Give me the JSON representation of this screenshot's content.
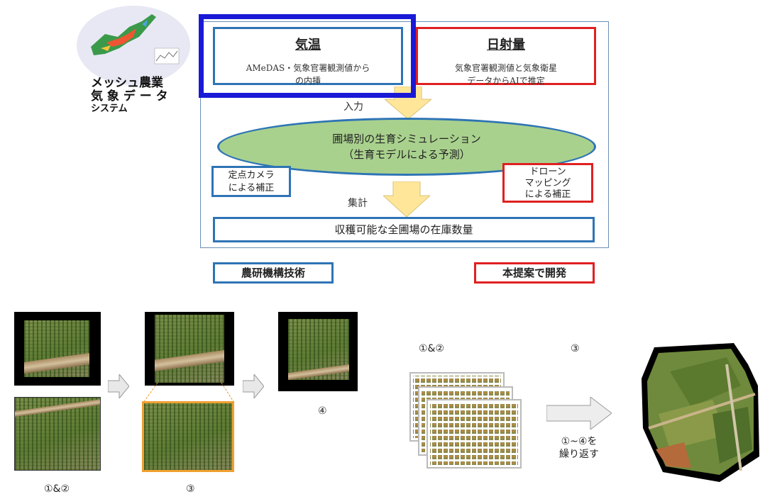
{
  "logo": {
    "line1": "メッシュ農業",
    "line2": "気 象 デ ー タ",
    "line3": "システム"
  },
  "top_left_box": {
    "title": "気温",
    "desc1": "AMeDAS・気象官署観測値から",
    "desc2": "の内挿"
  },
  "top_right_box": {
    "title": "日射量",
    "desc1": "気象官署観測値と気象衛星",
    "desc2": "データからAIで推定"
  },
  "input_label": "入力",
  "ellipse": {
    "line1": "圃場別の生育シミュレーション",
    "line2": "（生育モデルによる予測）"
  },
  "camera_box": {
    "line1": "定点カメラ",
    "line2": "による補正"
  },
  "drone_box": {
    "line1": "ドローン",
    "line2": "マッピング",
    "line3": "による補正"
  },
  "aggregate_label": "集計",
  "bottom_box": "収穫可能な全圃場の在庫数量",
  "legend": {
    "naro": "農研機構技術",
    "proposal": "本提案で開発"
  },
  "steps": {
    "s12_left": "①&②",
    "s3_left": "③",
    "s4": "④",
    "s12_right": "①&②",
    "s3_right": "③",
    "repeat1": "①~④を",
    "repeat2": "繰り返す"
  },
  "colors": {
    "blue": "#2e74b5",
    "red": "#e02020",
    "highlight": "#1a1ad6",
    "ellipse": "#a9d18e",
    "arrow": "#ffe699"
  }
}
